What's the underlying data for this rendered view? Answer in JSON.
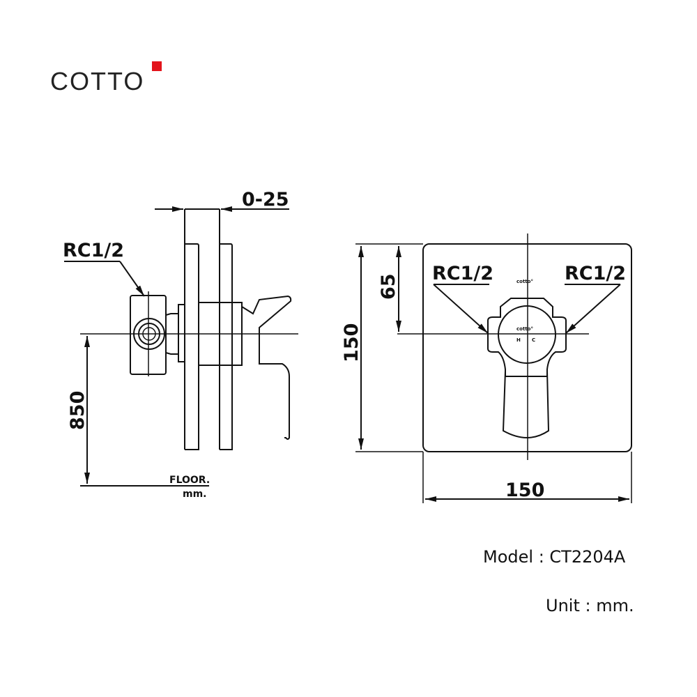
{
  "brand": {
    "name": "COTTO",
    "accent_color": "#e3141c"
  },
  "side_view": {
    "inlet_label": "RC1/2",
    "wall_range_label": "0-25",
    "height_label": "850",
    "floor_label": "FLOOR.",
    "unit_label": "mm."
  },
  "front_view": {
    "inlet_left_label": "RC1/2",
    "inlet_right_label": "RC1/2",
    "offset_label": "65",
    "height_label": "150",
    "width_label": "150"
  },
  "footer": {
    "model": "Model : CT2204A",
    "unit": "Unit : mm."
  }
}
